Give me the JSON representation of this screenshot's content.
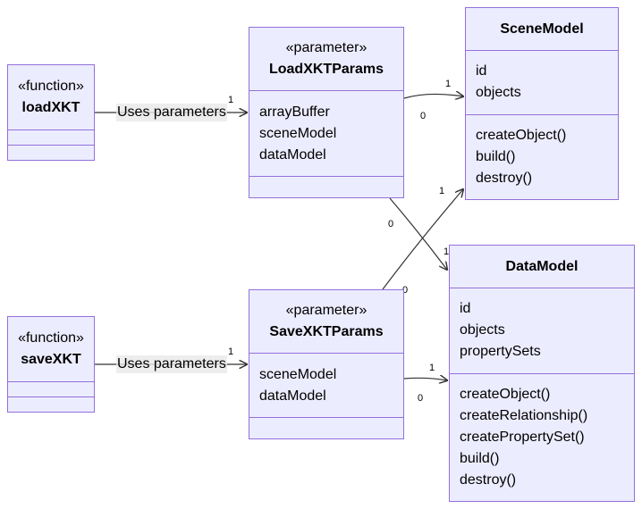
{
  "classes": {
    "loadXKT": {
      "stereotype": "«function»",
      "name": "loadXKT"
    },
    "saveXKT": {
      "stereotype": "«function»",
      "name": "saveXKT"
    },
    "LoadXKTParams": {
      "stereotype": "«parameter»",
      "name": "LoadXKTParams",
      "attributes": [
        "arrayBuffer",
        "sceneModel",
        "dataModel"
      ]
    },
    "SaveXKTParams": {
      "stereotype": "«parameter»",
      "name": "SaveXKTParams",
      "attributes": [
        "sceneModel",
        "dataModel"
      ]
    },
    "SceneModel": {
      "name": "SceneModel",
      "attributes": [
        "id",
        "objects"
      ],
      "methods": [
        "createObject()",
        "build()",
        "destroy()"
      ]
    },
    "DataModel": {
      "name": "DataModel",
      "attributes": [
        "id",
        "objects",
        "propertySets"
      ],
      "methods": [
        "createObject()",
        "createRelationship()",
        "createPropertySet()",
        "build()",
        "destroy()"
      ]
    }
  },
  "edges": {
    "load_uses": {
      "label": "Uses parameters",
      "target_mult": "1"
    },
    "save_uses": {
      "label": "Uses parameters",
      "target_mult": "1"
    },
    "load_scene": {
      "source_mult": "0",
      "target_mult": "1"
    },
    "load_data": {
      "source_mult": "0",
      "target_mult": "1"
    },
    "save_scene": {
      "source_mult": "0",
      "target_mult": "1"
    },
    "save_data": {
      "source_mult": "0",
      "target_mult": "1"
    }
  },
  "colors": {
    "fill": "#ececff",
    "border": "#9370db",
    "edge": "#333333"
  }
}
